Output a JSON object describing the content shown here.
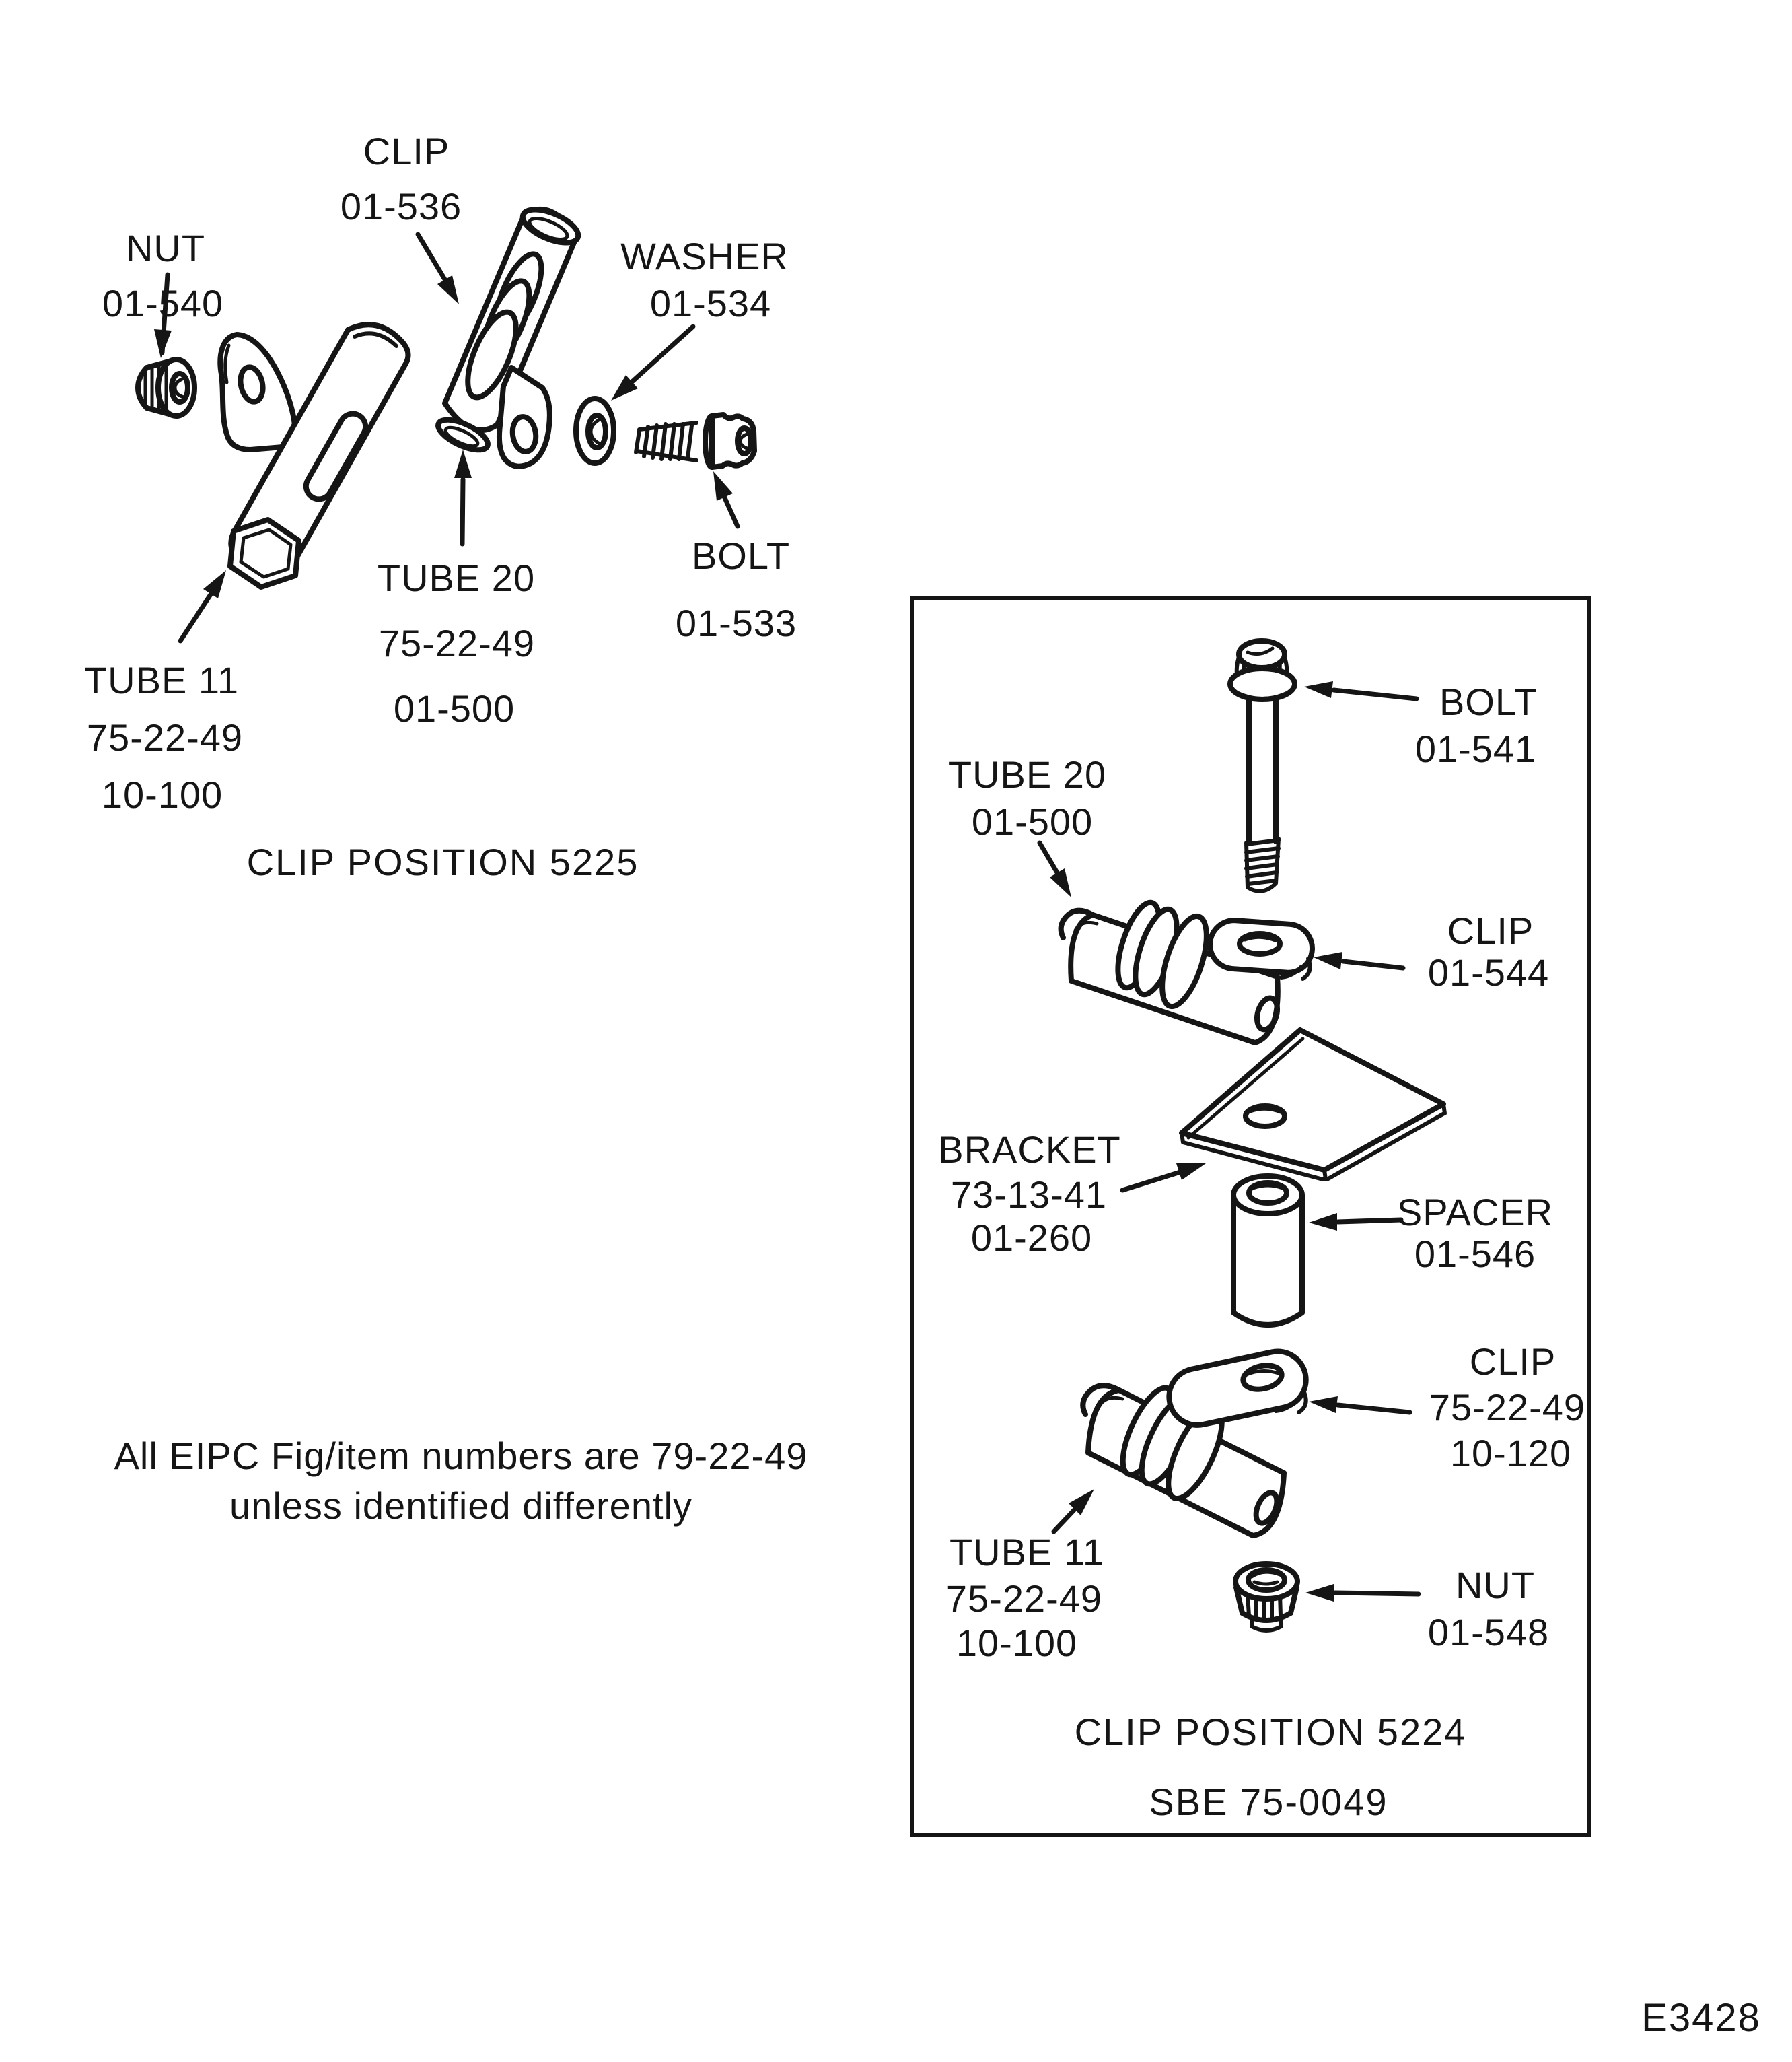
{
  "colors": {
    "ink": "#151515",
    "paper": "#ffffff"
  },
  "left_diagram": {
    "caption": "CLIP POSITION 5225",
    "labels": {
      "clip": [
        "CLIP",
        "01-536"
      ],
      "nut": [
        "NUT",
        "01-540"
      ],
      "washer": [
        "WASHER",
        "01-534"
      ],
      "bolt": [
        "BOLT",
        "01-533"
      ],
      "tube20": [
        "TUBE 20",
        "75-22-49",
        "01-500"
      ],
      "tube11": [
        "TUBE 11",
        "75-22-49",
        "10-100"
      ]
    }
  },
  "note": [
    "All EIPC Fig/item numbers are 79-22-49",
    "unless identified differently"
  ],
  "boxed_diagram": {
    "caption": "CLIP POSITION 5224",
    "subcaption": "SBE 75-0049",
    "labels": {
      "bolt": [
        "BOLT",
        "01-541"
      ],
      "tube20": [
        "TUBE 20",
        "01-500"
      ],
      "clip_upper": [
        "CLIP",
        "01-544"
      ],
      "bracket": [
        "BRACKET",
        "73-13-41",
        "01-260"
      ],
      "spacer": [
        "SPACER",
        "01-546"
      ],
      "clip_lower": [
        "CLIP",
        "75-22-49",
        "10-120"
      ],
      "tube11": [
        "TUBE 11",
        "75-22-49",
        "10-100"
      ],
      "nut": [
        "NUT",
        "01-548"
      ]
    }
  },
  "figure_code": "E3428"
}
